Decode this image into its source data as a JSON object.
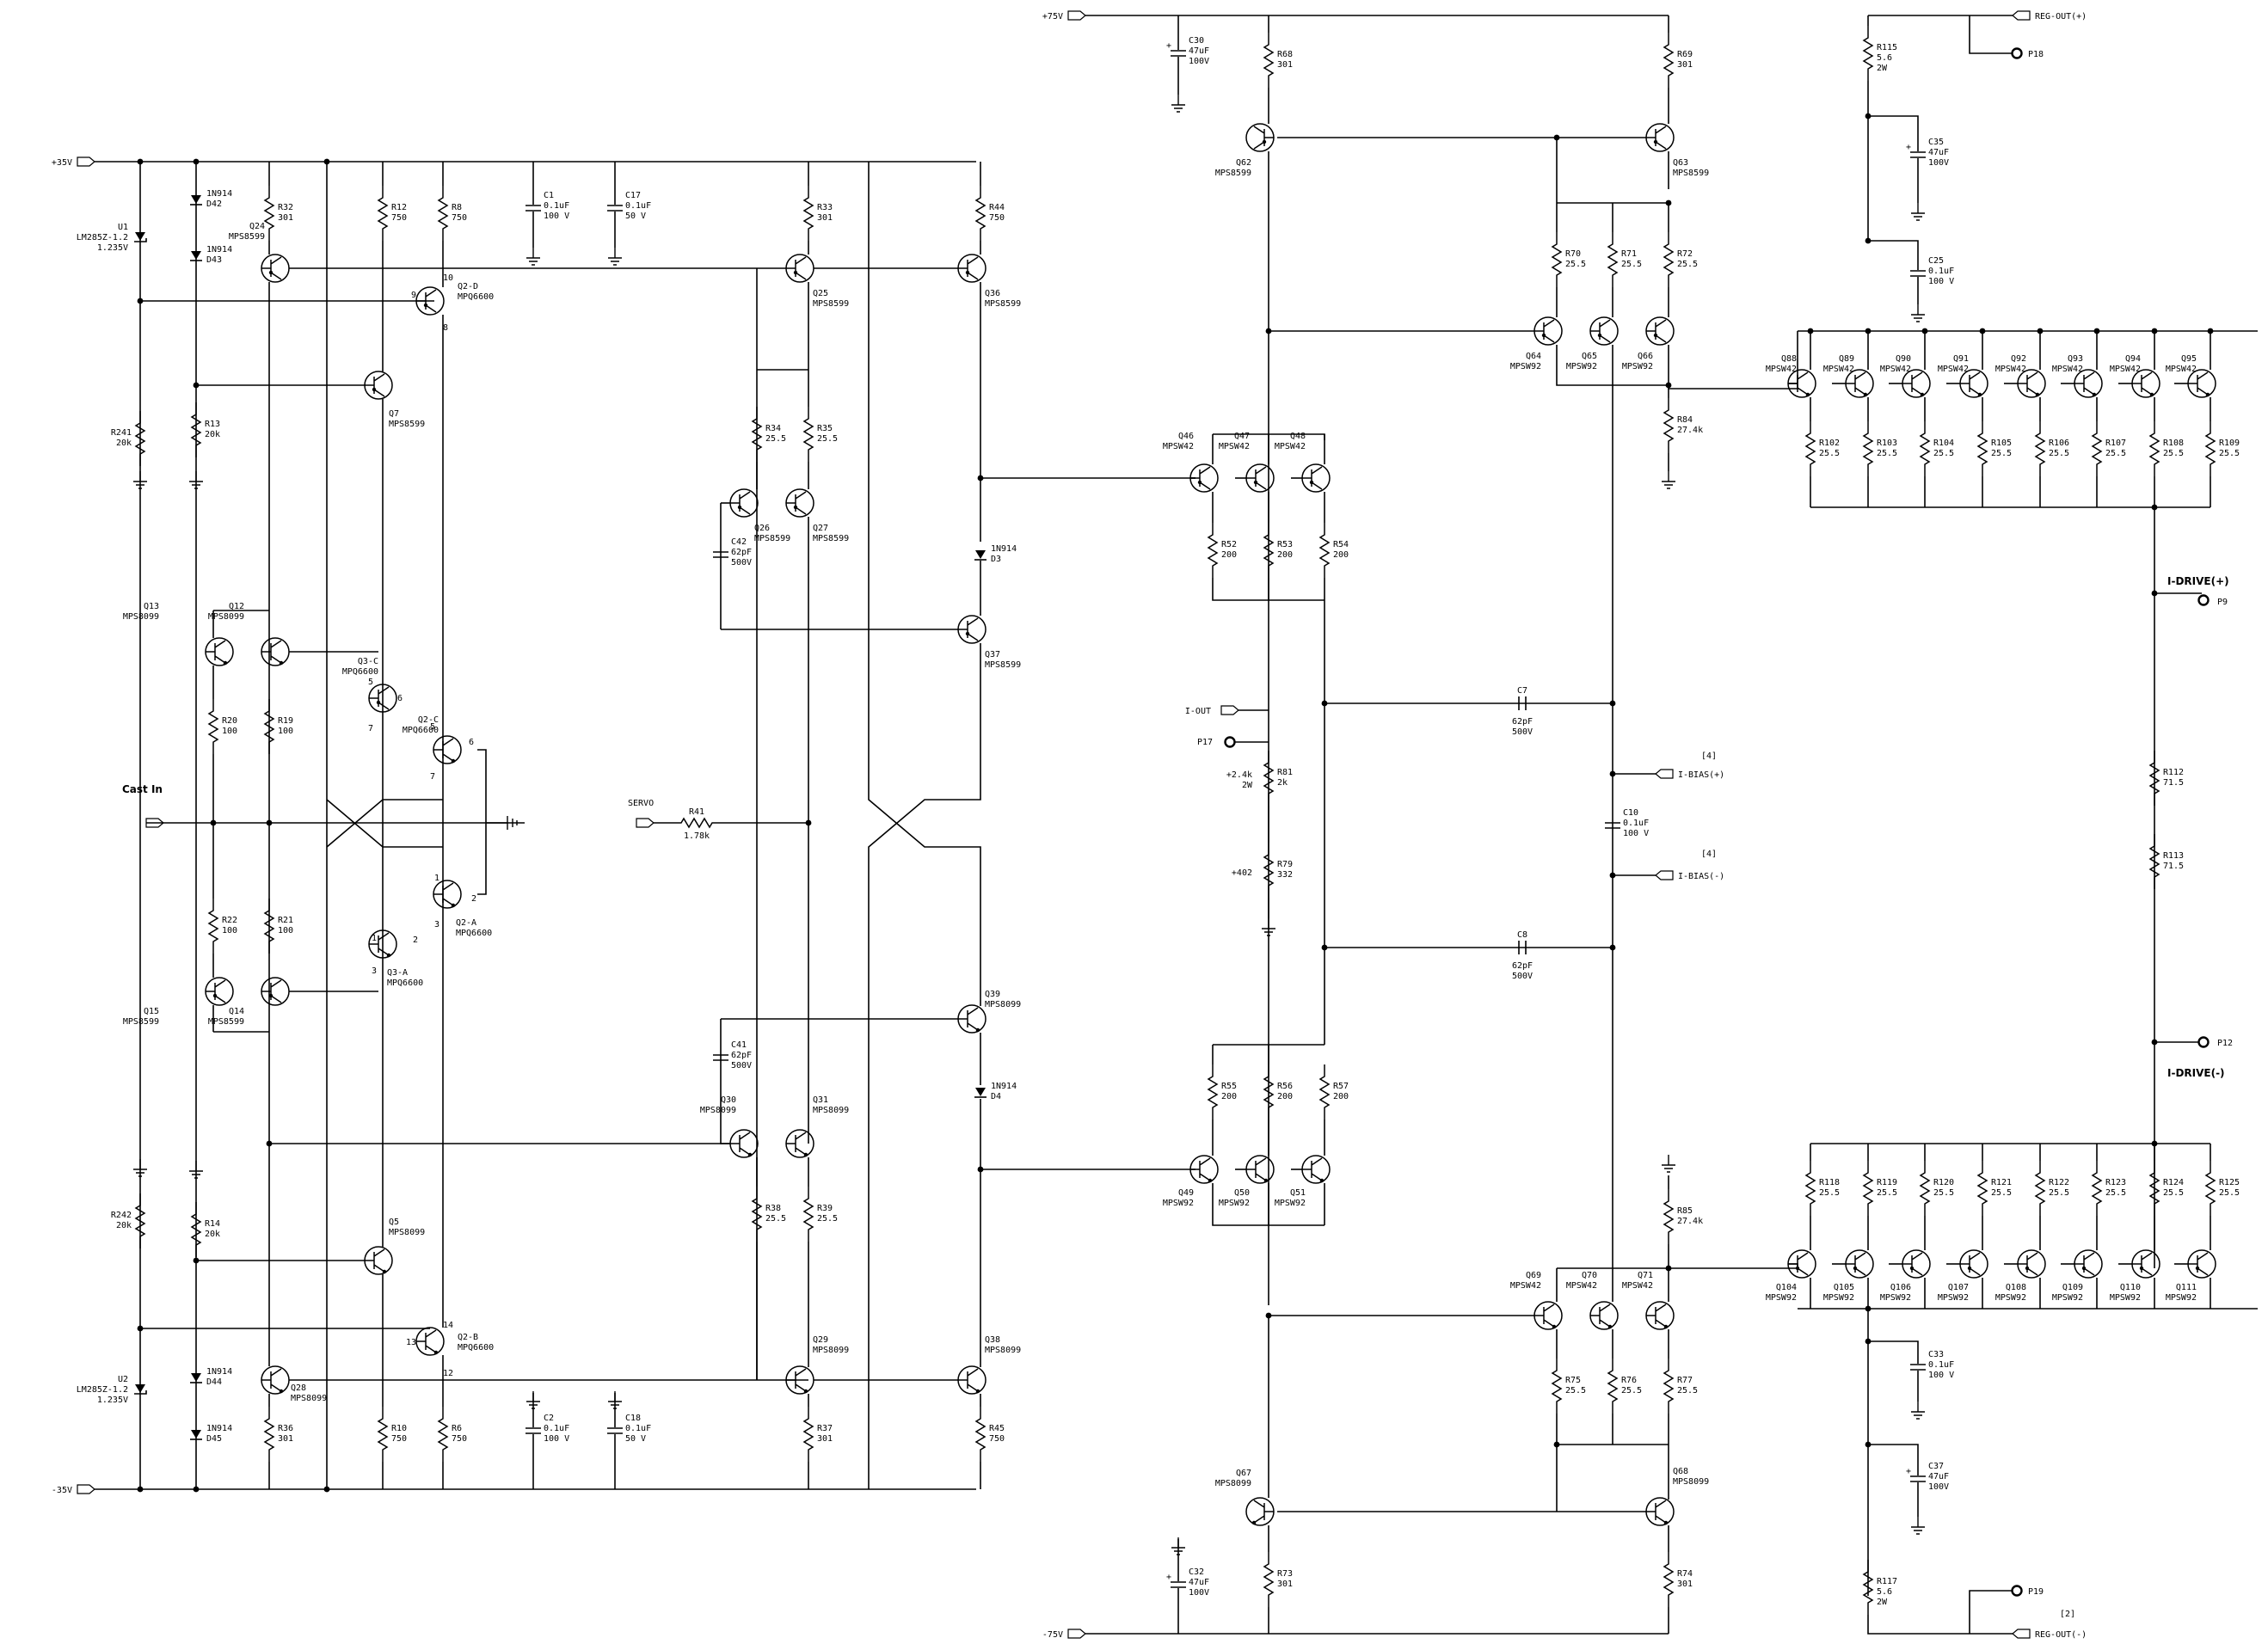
{
  "rails": {
    "p35": "+35V",
    "n35": "-35V",
    "p75": "+75V",
    "n75": "-75V",
    "reg_out_p": "REG-OUT(+)",
    "reg_out_n": "REG-OUT(-)"
  },
  "nets": [
    {
      "id": "cast",
      "label": "Cast In",
      "big": true
    },
    {
      "id": "servo",
      "label": "SERVO"
    },
    {
      "id": "iout",
      "label": "I-OUT"
    },
    {
      "id": "ibiasp",
      "label": "I-BIAS(+)"
    },
    {
      "id": "ibiasn",
      "label": "I-BIAS(-)"
    },
    {
      "id": "idrivep",
      "label": "I-DRIVE(+)",
      "big": true
    },
    {
      "id": "idriven",
      "label": "I-DRIVE(-)",
      "big": true
    },
    {
      "id": "r81note",
      "label": "+2.4k"
    },
    {
      "id": "r81w",
      "label": "2W"
    },
    {
      "id": "r79note",
      "label": "+402"
    },
    {
      "id": "ref4a",
      "label": "[4]"
    },
    {
      "id": "ref4b",
      "label": "[4]"
    },
    {
      "id": "ref2",
      "label": "[2]"
    }
  ],
  "ports": [
    {
      "id": "P17",
      "label": "P17"
    },
    {
      "id": "P18",
      "label": "P18"
    },
    {
      "id": "P9",
      "label": "P9"
    },
    {
      "id": "P12",
      "label": "P12"
    },
    {
      "id": "P19",
      "label": "P19"
    }
  ],
  "transistors": [
    {
      "ref": "Q24",
      "part": "MPS8599"
    },
    {
      "ref": "Q2-D",
      "part": "MPQ6600"
    },
    {
      "ref": "Q7",
      "part": "MPS8599"
    },
    {
      "ref": "Q13",
      "part": "MPS8099"
    },
    {
      "ref": "Q12",
      "part": "MPS8099"
    },
    {
      "ref": "Q3-C",
      "part": "MPQ6600"
    },
    {
      "ref": "Q2-C",
      "part": "MPQ6600"
    },
    {
      "ref": "Q2-A",
      "part": "MPQ6600"
    },
    {
      "ref": "Q3-A",
      "part": "MPQ6600"
    },
    {
      "ref": "Q15",
      "part": "MPS8599"
    },
    {
      "ref": "Q14",
      "part": "MPS8599"
    },
    {
      "ref": "Q5",
      "part": "MPS8099"
    },
    {
      "ref": "Q2-B",
      "part": "MPQ6600"
    },
    {
      "ref": "Q28",
      "part": "MPS8099"
    },
    {
      "ref": "Q25",
      "part": "MPS8599"
    },
    {
      "ref": "Q36",
      "part": "MPS8599"
    },
    {
      "ref": "Q26",
      "part": "MPS8599"
    },
    {
      "ref": "Q27",
      "part": "MPS8599"
    },
    {
      "ref": "Q37",
      "part": "MPS8599"
    },
    {
      "ref": "Q30",
      "part": "MPS8099"
    },
    {
      "ref": "Q31",
      "part": "MPS8099"
    },
    {
      "ref": "Q39",
      "part": "MPS8099"
    },
    {
      "ref": "Q29",
      "part": "MPS8099"
    },
    {
      "ref": "Q38",
      "part": "MPS8099"
    },
    {
      "ref": "Q62",
      "part": "MPS8599"
    },
    {
      "ref": "Q63",
      "part": "MPS8599"
    },
    {
      "ref": "Q46",
      "part": "MPSW42"
    },
    {
      "ref": "Q47",
      "part": "MPSW42"
    },
    {
      "ref": "Q48",
      "part": "MPSW42"
    },
    {
      "ref": "Q49",
      "part": "MPSW92"
    },
    {
      "ref": "Q50",
      "part": "MPSW92"
    },
    {
      "ref": "Q51",
      "part": "MPSW92"
    },
    {
      "ref": "Q64",
      "part": "MPSW92"
    },
    {
      "ref": "Q65",
      "part": "MPSW92"
    },
    {
      "ref": "Q66",
      "part": "MPSW92"
    },
    {
      "ref": "Q69",
      "part": "MPSW42"
    },
    {
      "ref": "Q70",
      "part": "MPSW42"
    },
    {
      "ref": "Q71",
      "part": "MPSW42"
    },
    {
      "ref": "Q67",
      "part": "MPS8099"
    },
    {
      "ref": "Q68",
      "part": "MPS8099"
    },
    {
      "ref": "Q88",
      "part": "MPSW42"
    },
    {
      "ref": "Q89",
      "part": "MPSW42"
    },
    {
      "ref": "Q90",
      "part": "MPSW42"
    },
    {
      "ref": "Q91",
      "part": "MPSW42"
    },
    {
      "ref": "Q92",
      "part": "MPSW42"
    },
    {
      "ref": "Q93",
      "part": "MPSW42"
    },
    {
      "ref": "Q94",
      "part": "MPSW42"
    },
    {
      "ref": "Q95",
      "part": "MPSW42"
    },
    {
      "ref": "Q104",
      "part": "MPSW92"
    },
    {
      "ref": "Q105",
      "part": "MPSW92"
    },
    {
      "ref": "Q106",
      "part": "MPSW92"
    },
    {
      "ref": "Q107",
      "part": "MPSW92"
    },
    {
      "ref": "Q108",
      "part": "MPSW92"
    },
    {
      "ref": "Q109",
      "part": "MPSW92"
    },
    {
      "ref": "Q110",
      "part": "MPSW92"
    },
    {
      "ref": "Q111",
      "part": "MPSW92"
    }
  ],
  "resistors": [
    {
      "ref": "R32",
      "val": "301"
    },
    {
      "ref": "R12",
      "val": "750"
    },
    {
      "ref": "R8",
      "val": "750"
    },
    {
      "ref": "R241",
      "val": "20k"
    },
    {
      "ref": "R13",
      "val": "20k"
    },
    {
      "ref": "R20",
      "val": "100"
    },
    {
      "ref": "R19",
      "val": "100"
    },
    {
      "ref": "R22",
      "val": "100"
    },
    {
      "ref": "R21",
      "val": "100"
    },
    {
      "ref": "R242",
      "val": "20k"
    },
    {
      "ref": "R14",
      "val": "20k"
    },
    {
      "ref": "R36",
      "val": "301"
    },
    {
      "ref": "R10",
      "val": "750"
    },
    {
      "ref": "R6",
      "val": "750"
    },
    {
      "ref": "R33",
      "val": "301"
    },
    {
      "ref": "R44",
      "val": "750"
    },
    {
      "ref": "R34",
      "val": "25.5"
    },
    {
      "ref": "R35",
      "val": "25.5"
    },
    {
      "ref": "R41",
      "val": "1.78k"
    },
    {
      "ref": "R38",
      "val": "25.5"
    },
    {
      "ref": "R39",
      "val": "25.5"
    },
    {
      "ref": "R37",
      "val": "301"
    },
    {
      "ref": "R45",
      "val": "750"
    },
    {
      "ref": "R68",
      "val": "301"
    },
    {
      "ref": "R69",
      "val": "301"
    },
    {
      "ref": "R70",
      "val": "25.5"
    },
    {
      "ref": "R71",
      "val": "25.5"
    },
    {
      "ref": "R72",
      "val": "25.5"
    },
    {
      "ref": "R84",
      "val": "27.4k"
    },
    {
      "ref": "R52",
      "val": "200"
    },
    {
      "ref": "R53",
      "val": "200"
    },
    {
      "ref": "R54",
      "val": "200"
    },
    {
      "ref": "R81",
      "val": "2k"
    },
    {
      "ref": "R79",
      "val": "332"
    },
    {
      "ref": "R55",
      "val": "200"
    },
    {
      "ref": "R56",
      "val": "200"
    },
    {
      "ref": "R57",
      "val": "200"
    },
    {
      "ref": "R85",
      "val": "27.4k"
    },
    {
      "ref": "R75",
      "val": "25.5"
    },
    {
      "ref": "R76",
      "val": "25.5"
    },
    {
      "ref": "R77",
      "val": "25.5"
    },
    {
      "ref": "R73",
      "val": "301"
    },
    {
      "ref": "R74",
      "val": "301"
    },
    {
      "ref": "R115",
      "val": "5.6",
      "w": "2W"
    },
    {
      "ref": "R117",
      "val": "5.6",
      "w": "2W"
    },
    {
      "ref": "R112",
      "val": "71.5"
    },
    {
      "ref": "R113",
      "val": "71.5"
    },
    {
      "ref": "R102",
      "val": "25.5"
    },
    {
      "ref": "R103",
      "val": "25.5"
    },
    {
      "ref": "R104",
      "val": "25.5"
    },
    {
      "ref": "R105",
      "val": "25.5"
    },
    {
      "ref": "R106",
      "val": "25.5"
    },
    {
      "ref": "R107",
      "val": "25.5"
    },
    {
      "ref": "R108",
      "val": "25.5"
    },
    {
      "ref": "R109",
      "val": "25.5"
    },
    {
      "ref": "R118",
      "val": "25.5"
    },
    {
      "ref": "R119",
      "val": "25.5"
    },
    {
      "ref": "R120",
      "val": "25.5"
    },
    {
      "ref": "R121",
      "val": "25.5"
    },
    {
      "ref": "R122",
      "val": "25.5"
    },
    {
      "ref": "R123",
      "val": "25.5"
    },
    {
      "ref": "R124",
      "val": "25.5"
    },
    {
      "ref": "R125",
      "val": "25.5"
    }
  ],
  "capacitors": [
    {
      "ref": "C1",
      "val": "0.1uF",
      "v": "100 V"
    },
    {
      "ref": "C17",
      "val": "0.1uF",
      "v": "50 V"
    },
    {
      "ref": "C2",
      "val": "0.1uF",
      "v": "100 V"
    },
    {
      "ref": "C18",
      "val": "0.1uF",
      "v": "50 V"
    },
    {
      "ref": "C42",
      "val": "62pF",
      "v": "500V"
    },
    {
      "ref": "C41",
      "val": "62pF",
      "v": "500V"
    },
    {
      "ref": "C30",
      "val": "47uF",
      "v": "100V"
    },
    {
      "ref": "C32",
      "val": "47uF",
      "v": "100V"
    },
    {
      "ref": "C7",
      "val": "62pF",
      "v": "500V"
    },
    {
      "ref": "C8",
      "val": "62pF",
      "v": "500V"
    },
    {
      "ref": "C10",
      "val": "0.1uF",
      "v": "100 V"
    },
    {
      "ref": "C35",
      "val": "47uF",
      "v": "100V"
    },
    {
      "ref": "C25",
      "val": "0.1uF",
      "v": "100 V"
    },
    {
      "ref": "C33",
      "val": "0.1uF",
      "v": "100 V"
    },
    {
      "ref": "C37",
      "val": "47uF",
      "v": "100V"
    }
  ],
  "diodes": [
    {
      "ref": "D42",
      "part": "1N914"
    },
    {
      "ref": "D43",
      "part": "1N914"
    },
    {
      "ref": "D44",
      "part": "1N914"
    },
    {
      "ref": "D45",
      "part": "1N914"
    },
    {
      "ref": "D3",
      "part": "1N914"
    },
    {
      "ref": "D4",
      "part": "1N914"
    },
    {
      "ref": "U1",
      "part": "LM285Z-1.2",
      "v": "1.235V"
    },
    {
      "ref": "U2",
      "part": "LM285Z-1.2",
      "v": "1.235V"
    }
  ],
  "pins": [
    "10",
    "9",
    "8",
    "5",
    "6",
    "7",
    "5",
    "6",
    "7",
    "1",
    "2",
    "3",
    "1",
    "2",
    "3",
    "14",
    "13",
    "12"
  ]
}
